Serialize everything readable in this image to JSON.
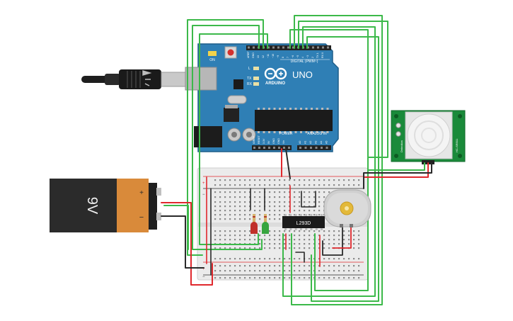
{
  "arduino": {
    "logo_text": "ARDUINO",
    "model": "UNO",
    "digital_label": "DIGITAL (PWM~)",
    "power_label": "POWER",
    "analog_label": "ANALOG IN",
    "tx_label": "TX",
    "rx_label": "RX",
    "l_label": "L",
    "on_label": "ON",
    "header_top_labels": [
      "AREF",
      "GND",
      "13",
      "12",
      "~11",
      "~10",
      "~9",
      "8",
      "7",
      "~6",
      "~5",
      "4",
      "~3",
      "2",
      "TX 1",
      "RX 0"
    ],
    "power_pin_labels": [
      "IOREF",
      "RESET",
      "3.3V",
      "5V",
      "GND",
      "GND",
      "Vin"
    ],
    "analog_pin_labels": [
      "A0",
      "A1",
      "A2",
      "A3",
      "A4",
      "A5"
    ]
  },
  "battery": {
    "label": "9V",
    "plus": "+",
    "minus": "−"
  },
  "driver_ic": {
    "label": "L293D"
  },
  "pir_sensor": {
    "label_left": "Detection",
    "label_right": "HC-SR501"
  },
  "breadboard": {
    "plus": "+",
    "minus": "−"
  },
  "colors": {
    "wire_green": "#3cb94a",
    "wire_red": "#e0282d",
    "wire_black": "#2a2a2a",
    "arduino_blue": "#2f7fb5",
    "pir_green": "#1a8a3a",
    "battery_orange": "#d98a3a"
  }
}
